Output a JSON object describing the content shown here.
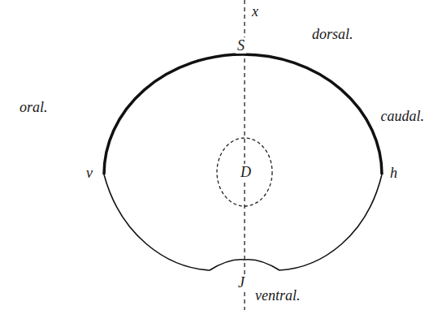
{
  "diagram": {
    "labels": [
      "x",
      "dorsal.",
      "S",
      "oral.",
      "v",
      "D",
      "h",
      "caudal.",
      "J",
      "ventral."
    ]
  }
}
